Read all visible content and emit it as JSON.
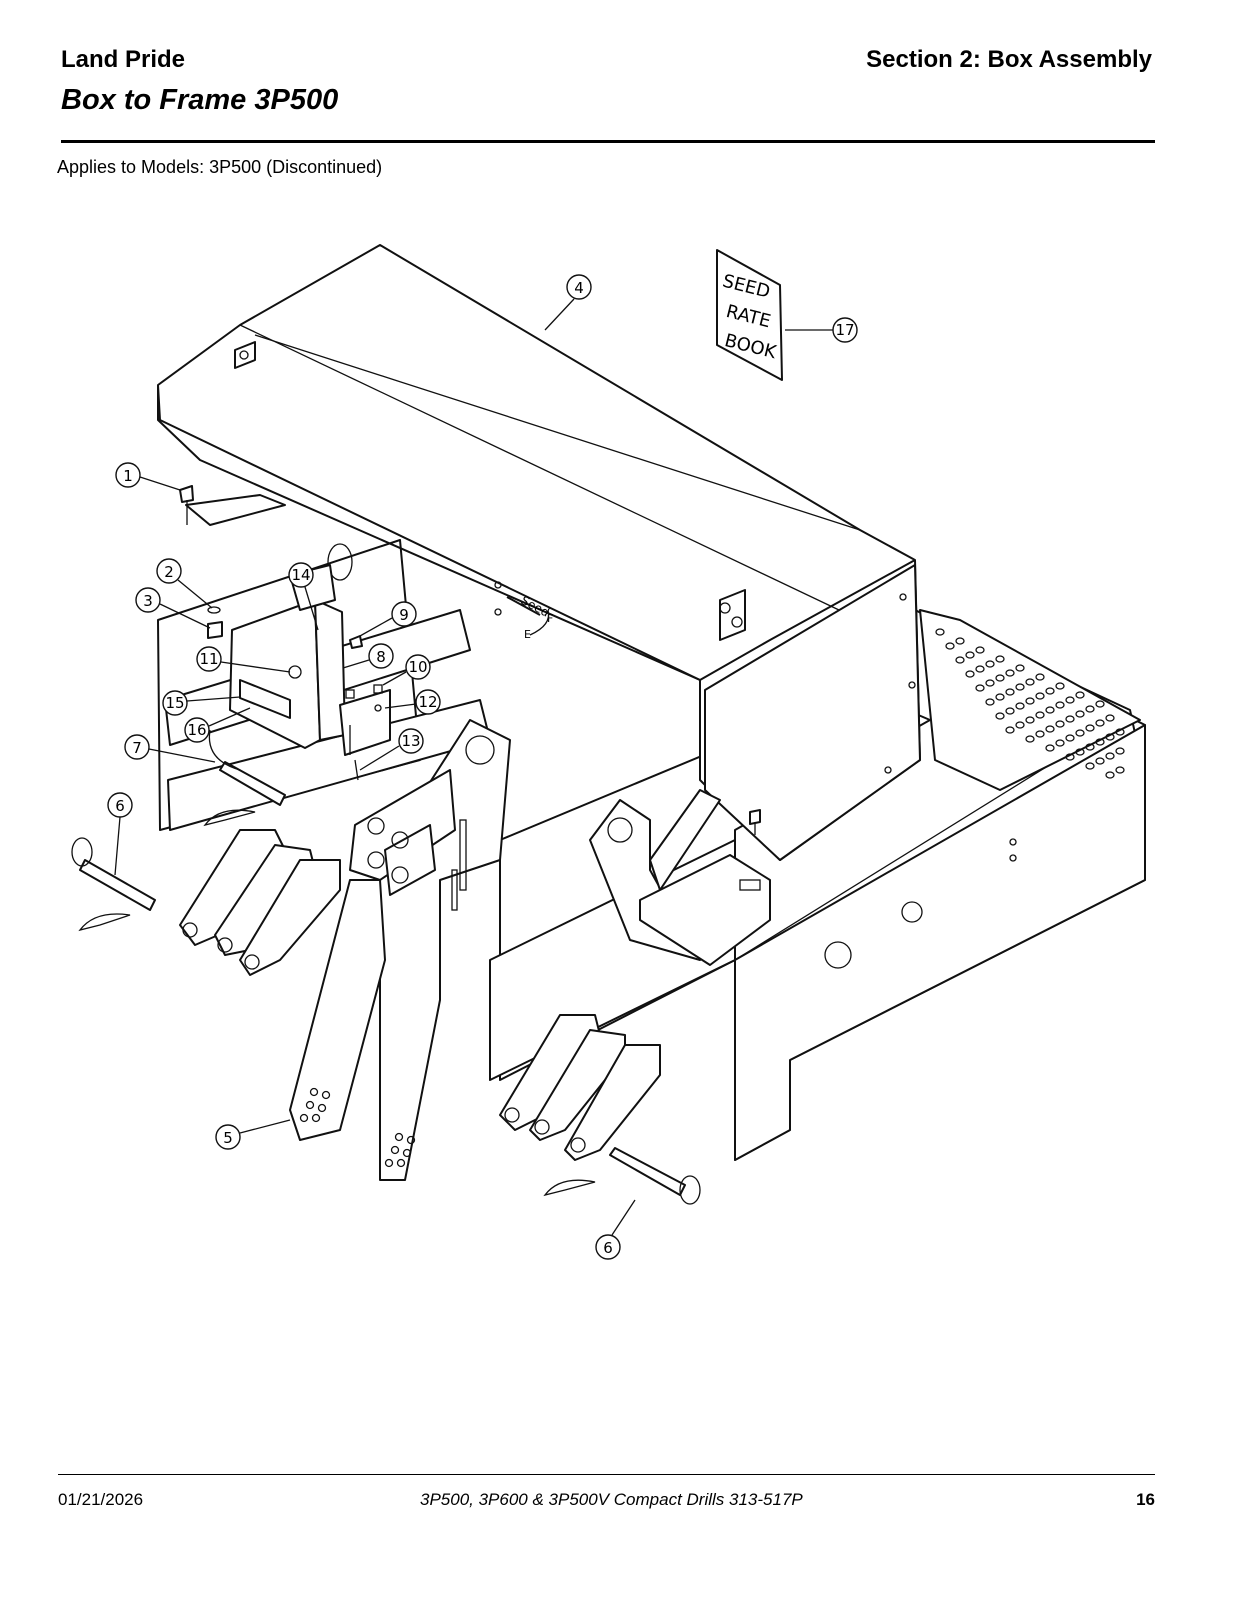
{
  "header": {
    "brand": "Land Pride",
    "section": "Section 2: Box Assembly",
    "title": "Box to Frame 3P500"
  },
  "applies_to": "Applies to Models: 3P500 (Discontinued)",
  "drawing": {
    "sign_lines": [
      "SEED",
      "RATE",
      "BOOK"
    ],
    "decal_text": "Seed",
    "decal_f": "F",
    "decal_e": "E",
    "callouts": {
      "c1": "1",
      "c2": "2",
      "c3": "3",
      "c4": "4",
      "c5": "5",
      "c6a": "6",
      "c6b": "6",
      "c7": "7",
      "c8": "8",
      "c9": "9",
      "c10": "10",
      "c11": "11",
      "c12": "12",
      "c13": "13",
      "c14": "14",
      "c15": "15",
      "c16": "16",
      "c17": "17"
    }
  },
  "footer": {
    "date": "01/21/2026",
    "document": "3P500, 3P600 & 3P500V  Compact Drills  313-517P",
    "page": "16"
  }
}
